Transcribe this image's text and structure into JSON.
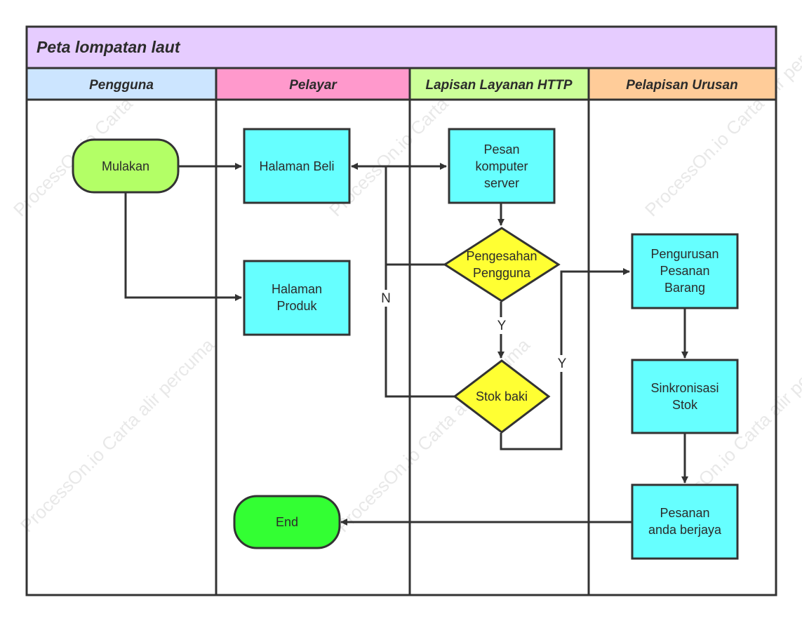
{
  "pool": {
    "title": "Peta lompatan laut"
  },
  "lanes": [
    {
      "title": "Pengguna"
    },
    {
      "title": "Pelayar"
    },
    {
      "title": "Lapisan Layanan HTTP"
    },
    {
      "title": "Pelapisan Urusan"
    }
  ],
  "nodes": {
    "mulakan": {
      "lines": [
        "Mulakan"
      ]
    },
    "halaman_beli": {
      "lines": [
        "Halaman Beli"
      ]
    },
    "halaman_produk": {
      "lines": [
        "Halaman",
        "Produk"
      ]
    },
    "end": {
      "lines": [
        "End"
      ]
    },
    "pesan_server": {
      "lines": [
        "Pesan",
        "komputer",
        "server"
      ]
    },
    "pengesahan": {
      "lines": [
        "Pengesahan",
        "Pengguna"
      ]
    },
    "stok_baki": {
      "lines": [
        "Stok baki"
      ]
    },
    "pengurusan": {
      "lines": [
        "Pengurusan",
        "Pesanan",
        "Barang"
      ]
    },
    "sinkronisasi": {
      "lines": [
        "Sinkronisasi",
        "Stok"
      ]
    },
    "pesanan_berjaya": {
      "lines": [
        "Pesanan",
        "anda berjaya"
      ]
    }
  },
  "edge_labels": {
    "n": "N",
    "y_down": "Y",
    "y_right": "Y"
  },
  "watermark": {
    "text": "ProcessOn.io Carta alir percuma"
  },
  "colors": {
    "pool_header": "#e6ccff",
    "lane_pengguna": "#cce5ff",
    "lane_pelayar": "#ff99cc",
    "lane_http": "#ccff99",
    "lane_urusan": "#ffcc99",
    "process": "#66ffff",
    "decision": "#ffff33",
    "start": "#b3ff66",
    "end": "#33ff33",
    "stroke": "#333333"
  }
}
